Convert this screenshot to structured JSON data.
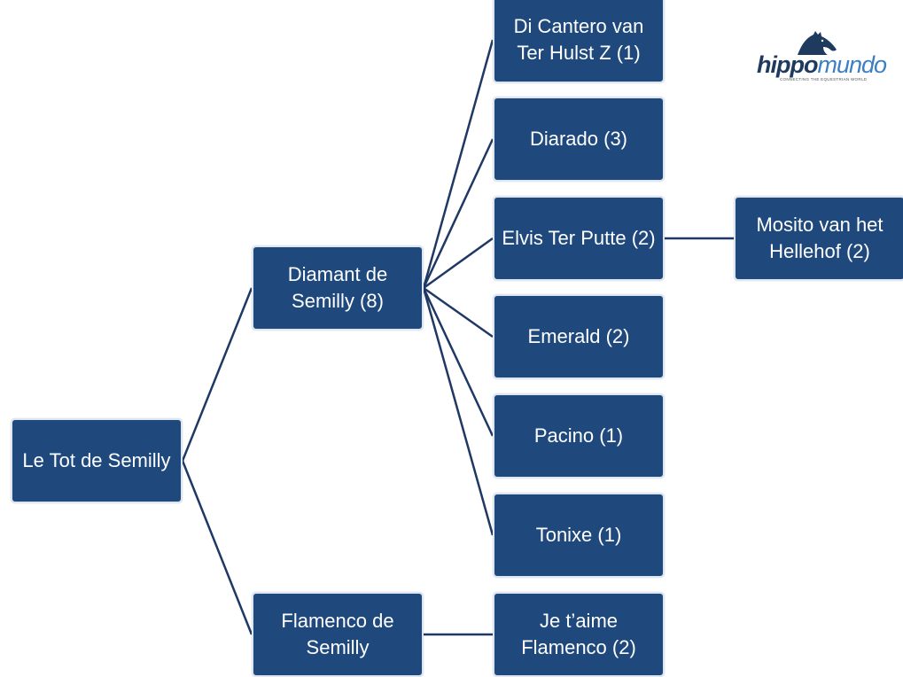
{
  "diagram": {
    "nodes": {
      "root": "Le Tot de Semilly",
      "diamant": "Diamant de Semilly (8)",
      "flamenco": "Flamenco de Semilly",
      "di_cantero": "Di Cantero van Ter Hulst Z (1)",
      "diarado": "Diarado (3)",
      "elvis": "Elvis Ter Putte (2)",
      "emerald": "Emerald (2)",
      "pacino": "Pacino (1)",
      "tonixe": "Tonixe (1)",
      "jetaime": "Je t’aime Flamenco (2)",
      "mosito": "Mosito van het Hellehof (2)"
    },
    "edges": [
      [
        "root",
        "diamant"
      ],
      [
        "root",
        "flamenco"
      ],
      [
        "diamant",
        "di_cantero"
      ],
      [
        "diamant",
        "diarado"
      ],
      [
        "diamant",
        "elvis"
      ],
      [
        "diamant",
        "emerald"
      ],
      [
        "diamant",
        "pacino"
      ],
      [
        "diamant",
        "tonixe"
      ],
      [
        "flamenco",
        "jetaime"
      ],
      [
        "elvis",
        "mosito"
      ]
    ]
  },
  "logo": {
    "brand_part1": "hippo",
    "brand_part2": "mundo",
    "tagline": "CONNECTING THE EQUESTRIAN WORLD",
    "icon": "horse-head-icon"
  },
  "colors": {
    "node_fill": "#1f497d",
    "node_text": "#ffffff",
    "connector": "#1f3864"
  }
}
